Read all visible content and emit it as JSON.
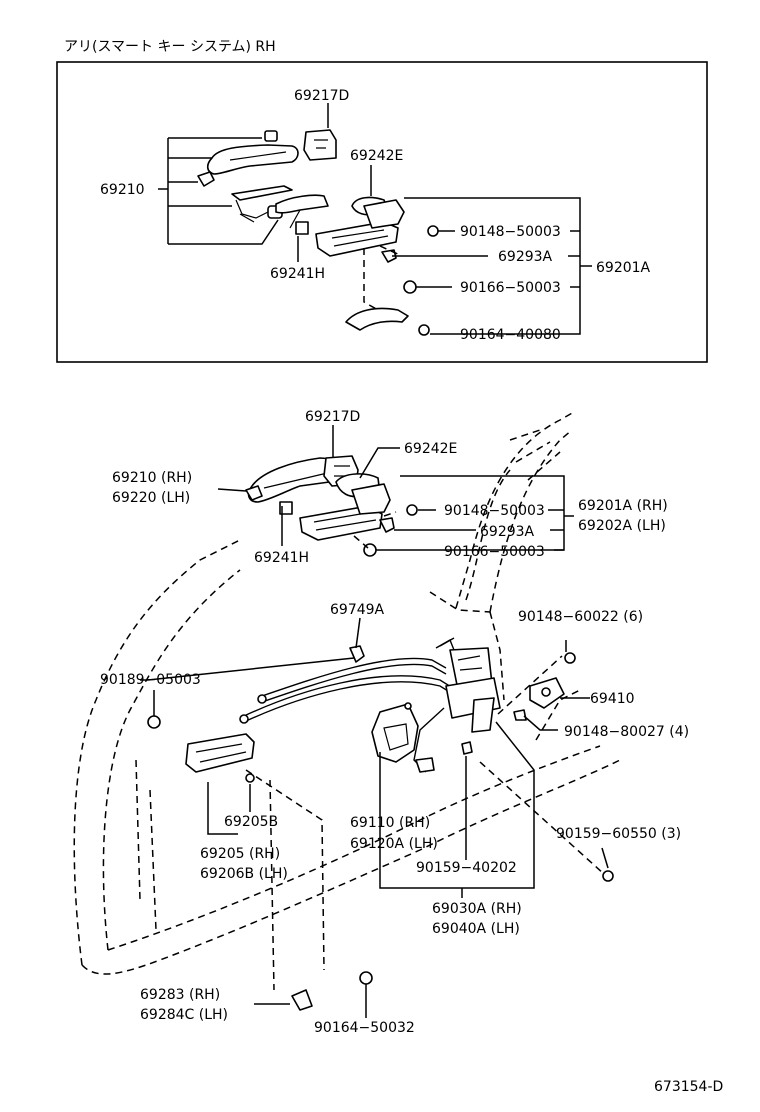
{
  "header": {
    "title": "アリ(スマート キー システム) RH",
    "diagram_code": "673154-D"
  },
  "inset": {
    "labels": {
      "p69217D": "69217D",
      "p69242E": "69242E",
      "p69210": "69210",
      "p69241H": "69241H",
      "p90148_50003": "90148−50003",
      "p69293A": "69293A",
      "p90166_50003": "90166−50003",
      "p90164_40080": "90164−40080",
      "p69201A": "69201A"
    }
  },
  "main": {
    "labels": {
      "p69217D": "69217D",
      "p69242E": "69242E",
      "p69210_rh": "69210 (RH)",
      "p69220_lh": "69220 (LH)",
      "p90148_50003": "90148−50003",
      "p69201A_rh": "69201A (RH)",
      "p69293A": "69293A",
      "p69202A_lh": "69202A (LH)",
      "p69241H": "69241H",
      "p90166_50003": "90166−50003",
      "p69749A": "69749A",
      "p90148_60022": "90148−60022 (6)",
      "p90189_05003": "90189−05003",
      "p69410": "69410",
      "p90148_80027": "90148−80027 (4)",
      "p69205B": "69205B",
      "p69205_rh": "69205   (RH)",
      "p69206B_lh": "69206B (LH)",
      "p69110_rh": "69110    (RH)",
      "p69120A_lh": "69120A (LH)",
      "p90159_60550": "90159−60550 (3)",
      "p90159_40202": "90159−40202",
      "p69030A_rh": "69030A (RH)",
      "p69040A_lh": "69040A (LH)",
      "p69283_rh": "69283   (RH)",
      "p69284C_lh": "69284C (LH)",
      "p90164_50032": "90164−50032"
    }
  }
}
